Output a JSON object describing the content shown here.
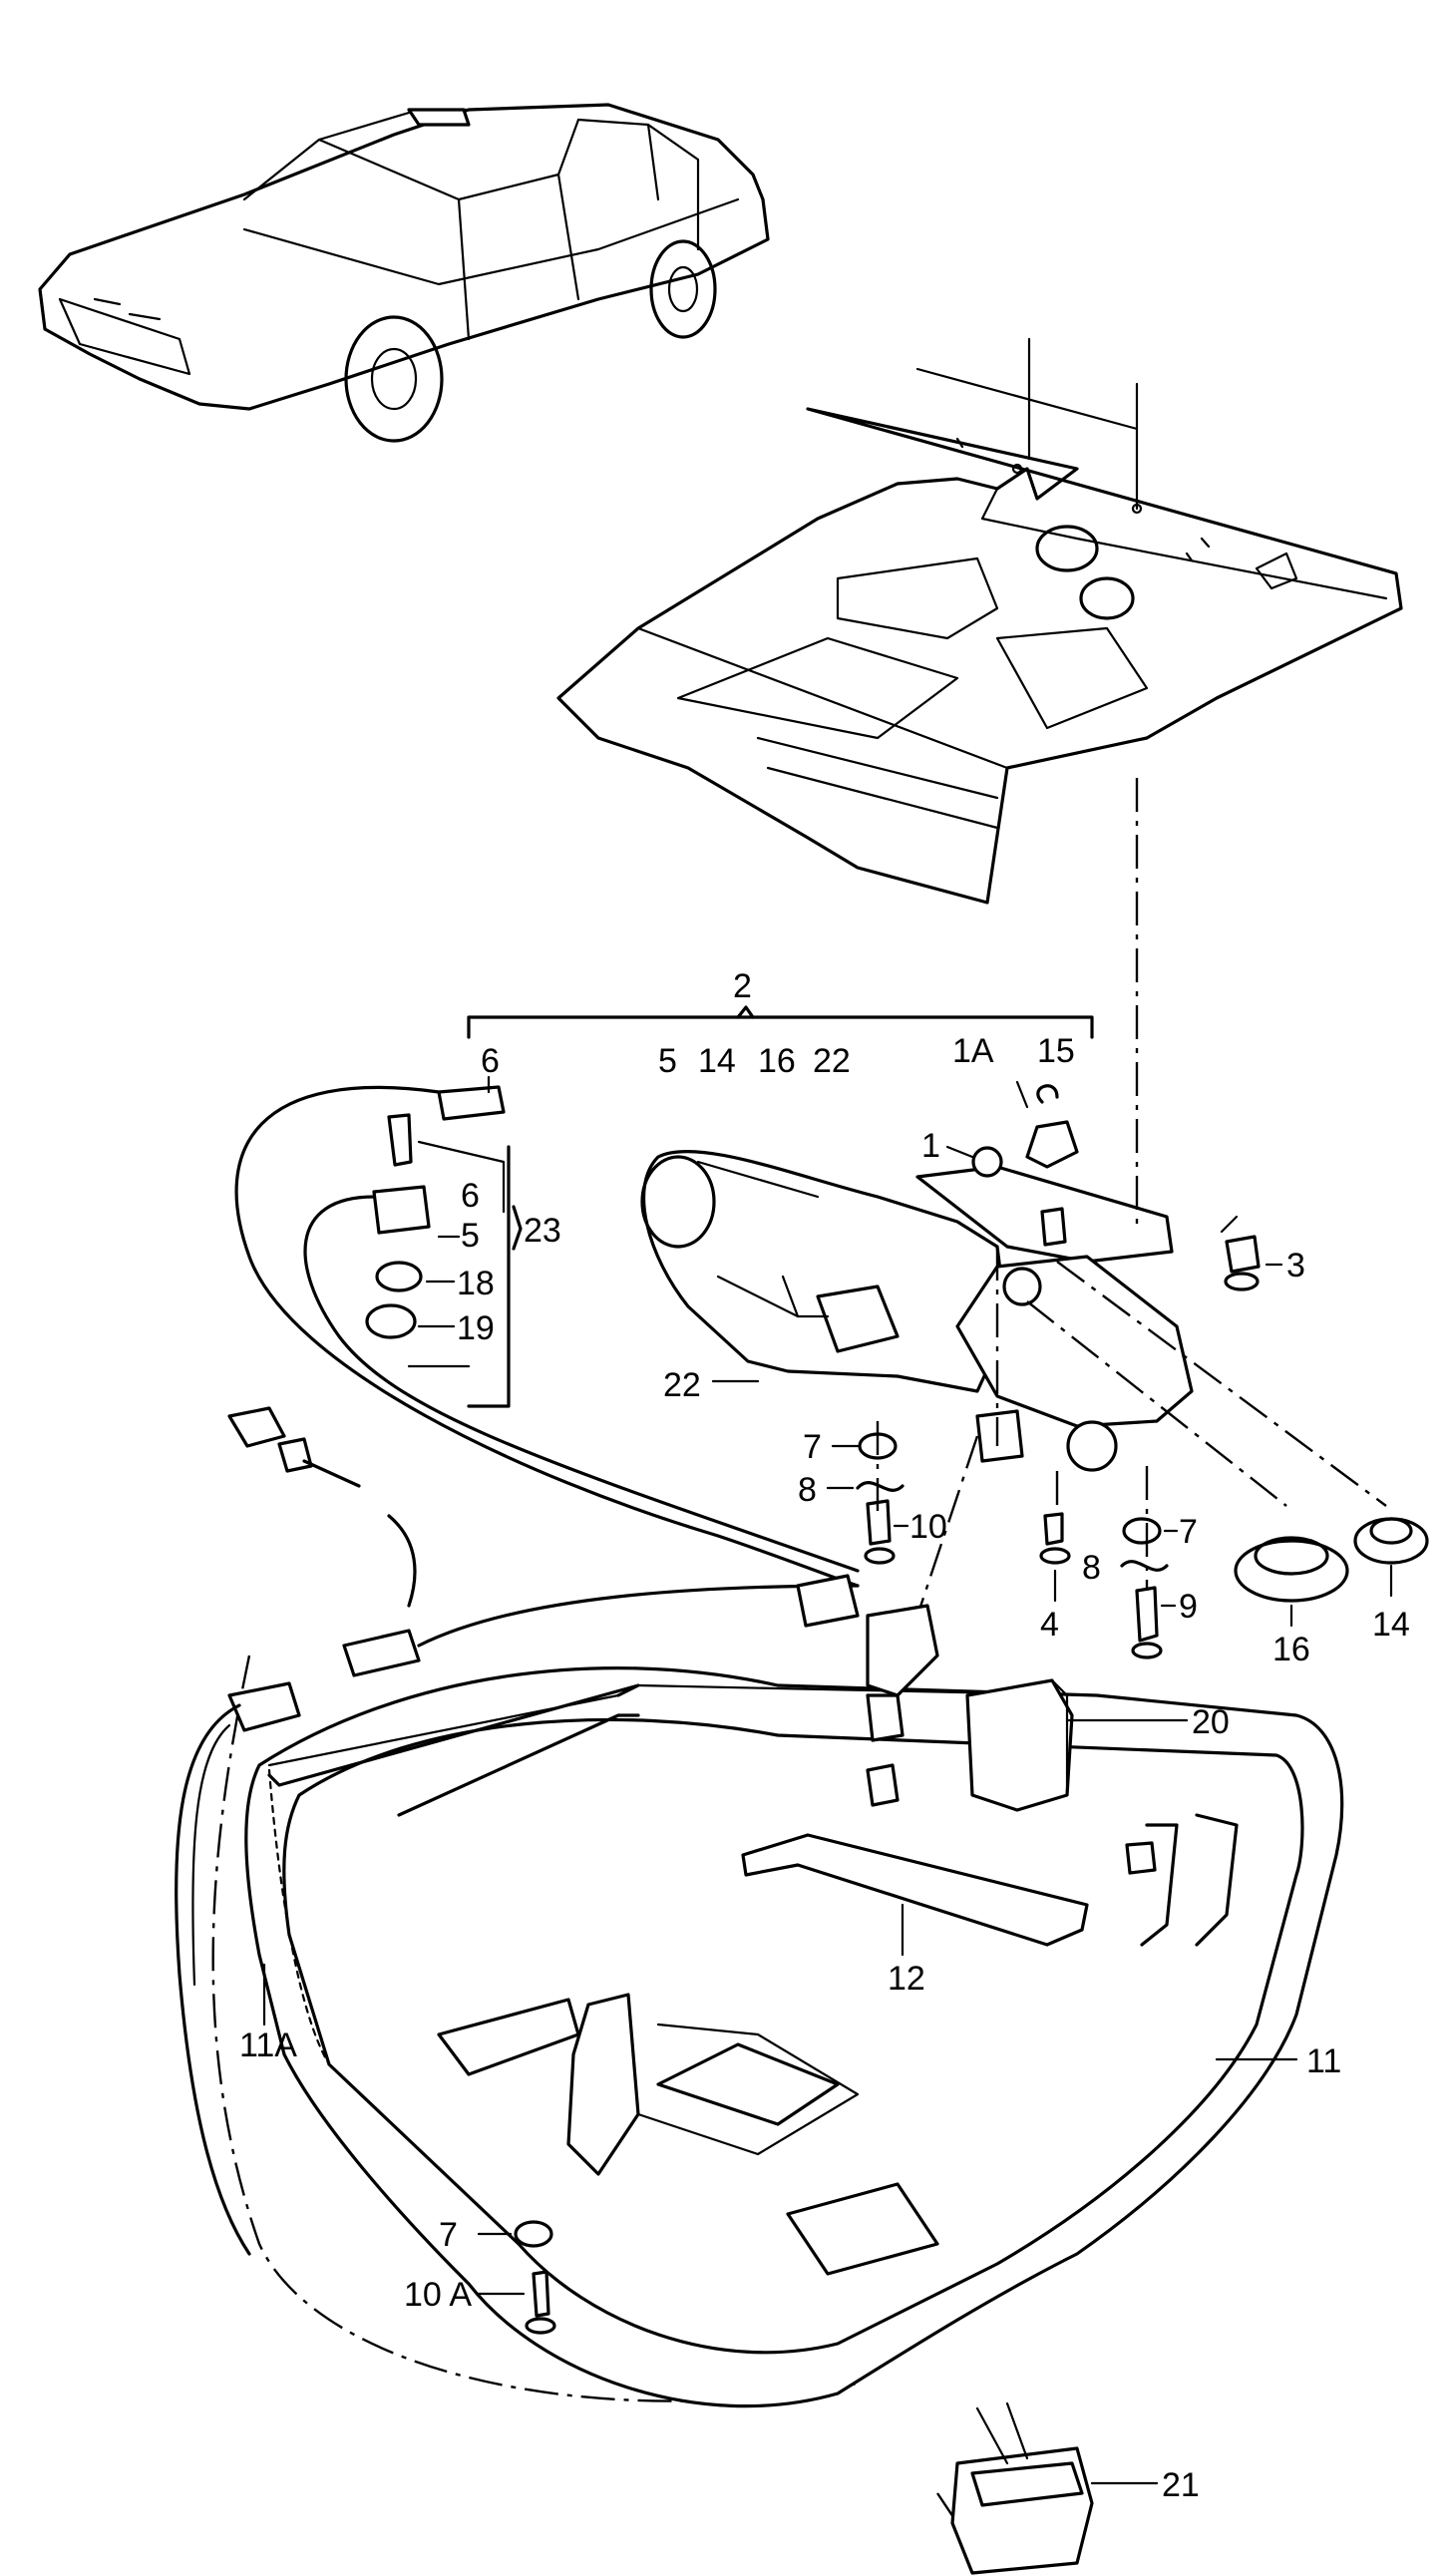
{
  "diagram": {
    "callouts": {
      "c2": "2",
      "c6_top": "6",
      "c5_group": "5",
      "c14_group": "14",
      "c16_group": "16",
      "c22_group": "22",
      "c1A": "1A",
      "c15": "15",
      "c1": "1",
      "c6_b": "6",
      "c5_b": "5",
      "c23": "23",
      "c18": "18",
      "c19": "19",
      "c3": "3",
      "c22": "22",
      "c7_l": "7",
      "c8_l": "8",
      "c10": "10",
      "c7_r": "7",
      "c8_r": "8",
      "c9": "9",
      "c4": "4",
      "c16": "16",
      "c14": "14",
      "c20": "20",
      "c12": "12",
      "c11A": "11A",
      "c11": "11",
      "c7_bottom": "7",
      "c10A": "10 A",
      "c21": "21"
    }
  }
}
